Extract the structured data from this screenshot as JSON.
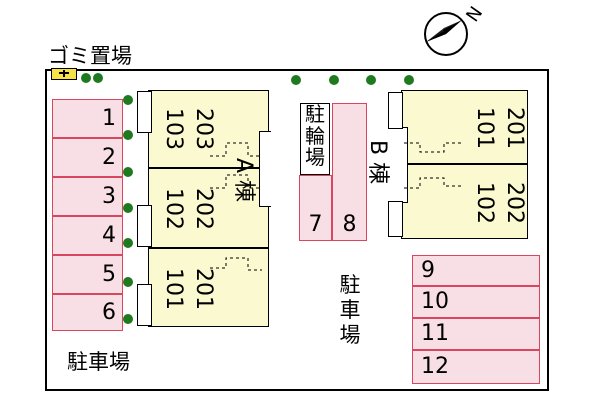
{
  "garbage_area": {
    "label": "ゴミ置場"
  },
  "compass": {
    "north_label": "N"
  },
  "parking_left": {
    "label": "駐車場",
    "slots": [
      "1",
      "2",
      "3",
      "4",
      "5",
      "6"
    ]
  },
  "parking_center": {
    "label": [
      "駐",
      "車",
      "場"
    ]
  },
  "parking_right": {
    "slots": [
      "9",
      "10",
      "11",
      "12"
    ]
  },
  "bicycle_parking": {
    "label": [
      "駐",
      "輪",
      "場"
    ],
    "slots": [
      "7",
      "8"
    ]
  },
  "building_a": {
    "label": "A 棟",
    "rooms": [
      "203",
      "103",
      "202",
      "102",
      "201",
      "101"
    ]
  },
  "building_b": {
    "label": "B 棟",
    "rooms": [
      "201",
      "101",
      "202",
      "102"
    ]
  },
  "colors": {
    "slot_fill": "#f8dfe6",
    "slot_border": "#d84660",
    "building_fill": "#fbf9cf",
    "tree": "#1f7a1f",
    "garbage": "#f4e24a"
  }
}
